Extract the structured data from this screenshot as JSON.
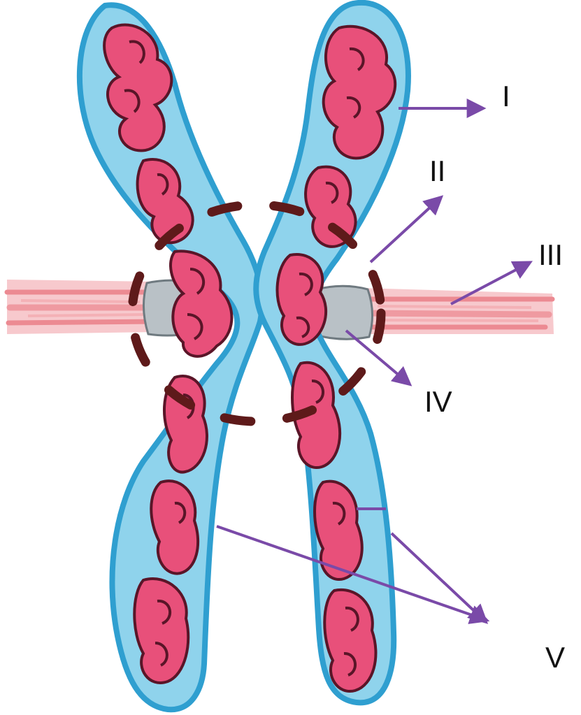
{
  "labels": {
    "i": "I",
    "ii": "II",
    "iii": "III",
    "iv": "IV",
    "v": "V"
  },
  "colors": {
    "chromatid_fill": "#8fd3ec",
    "chromatid_edge": "#2f9fd0",
    "chromatin": "#e8507a",
    "chromatin_outline": "#5a1528",
    "spindle_fiber": "#ec8a92",
    "kinetochore": "#b9c1c6",
    "centromere_ring": "#5e1a1a",
    "arrow": "#7a4aa8"
  },
  "icons": {
    "arrowhead": "arrowhead-icon"
  }
}
